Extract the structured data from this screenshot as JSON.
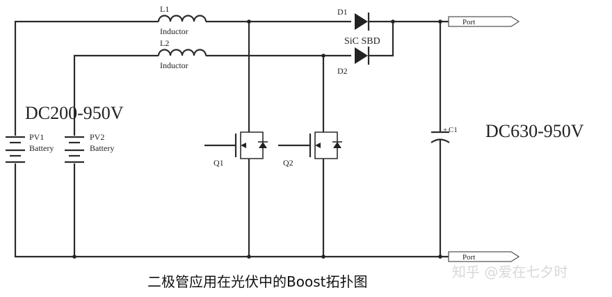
{
  "components": {
    "l1": {
      "ref": "L1",
      "type": "Inductor"
    },
    "l2": {
      "ref": "L2",
      "type": "Inductor"
    },
    "d1": {
      "ref": "D1"
    },
    "d2": {
      "ref": "D2"
    },
    "diode_type": "SiC SBD",
    "pv1": {
      "ref": "PV1",
      "type": "Battery"
    },
    "pv2": {
      "ref": "PV2",
      "type": "Battery"
    },
    "q1": {
      "ref": "Q1"
    },
    "q2": {
      "ref": "Q2"
    },
    "c1": {
      "ref": "C1",
      "polarity": "+"
    }
  },
  "ports": {
    "top": "Port",
    "bottom": "Port"
  },
  "voltages": {
    "input": "DC200-950V",
    "output": "DC630-950V"
  },
  "caption": "二极管应用在光伏中的Boost拓扑图",
  "watermark": "知乎 @爱在七夕时"
}
